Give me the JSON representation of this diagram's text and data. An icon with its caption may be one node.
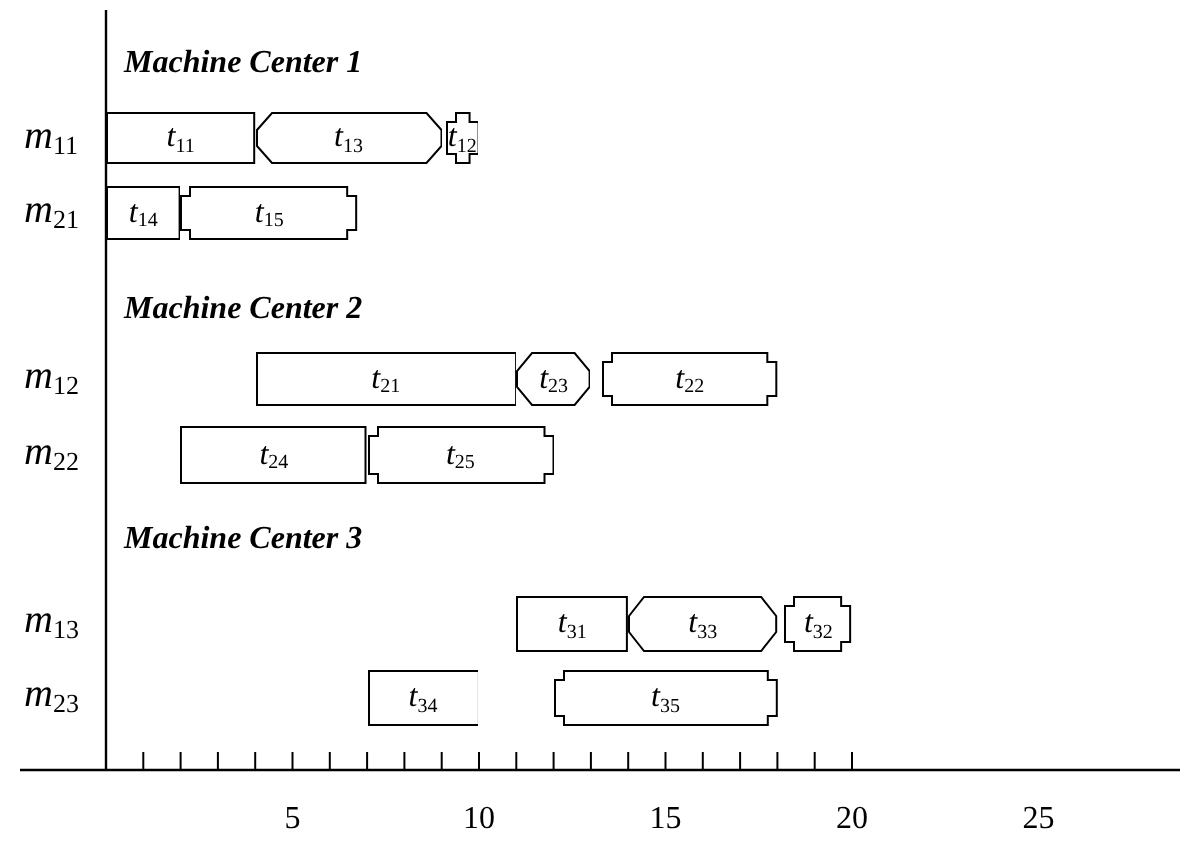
{
  "diagram": {
    "nodes": [
      {
        "text": [
          "*t*$_{11}$"
        ]
      },
      {
        "text": [
          "*t*$_{13}$"
        ]
      },
      {
        "text": [
          "*t*$_{12}$"
        ]
      },
      {
        "text": [
          "*t*$_{14}$"
        ]
      },
      {
        "text": [
          "*t*$_{15}$"
        ]
      },
      {
        "text": [
          "*t*$_{21}$"
        ]
      },
      {
        "text": [
          "*t*$_{23}$"
        ]
      },
      {
        "text": [
          "*t*$_{22}$"
        ]
      },
      {
        "text": [
          "*t*$_{24}$"
        ]
      },
      {
        "text": [
          "*t*$_{25}$"
        ]
      },
      {
        "text": [
          "*t*$_{31}$"
        ]
      },
      {
        "text": [
          "*t*$_{33}$"
        ]
      },
      {
        "text": [
          "*t*$_{32}$"
        ]
      },
      {
        "text": [
          "*t*$_{34}$"
        ]
      },
      {
        "text": [
          "*t*$_{35}$"
        ]
      }
    ],
    "labels": [
      "Machine Center 1",
      "*m*$_{11}$",
      "*m*$_{21}$",
      "Machine Center 2",
      "*m*$_{12}$",
      "*m*$_{22}$",
      "Machine Center 3",
      "*m*$_{13}$",
      "*m*$_{23}$",
      "5",
      "10",
      "15",
      "20",
      "25"
    ]
  }
}
